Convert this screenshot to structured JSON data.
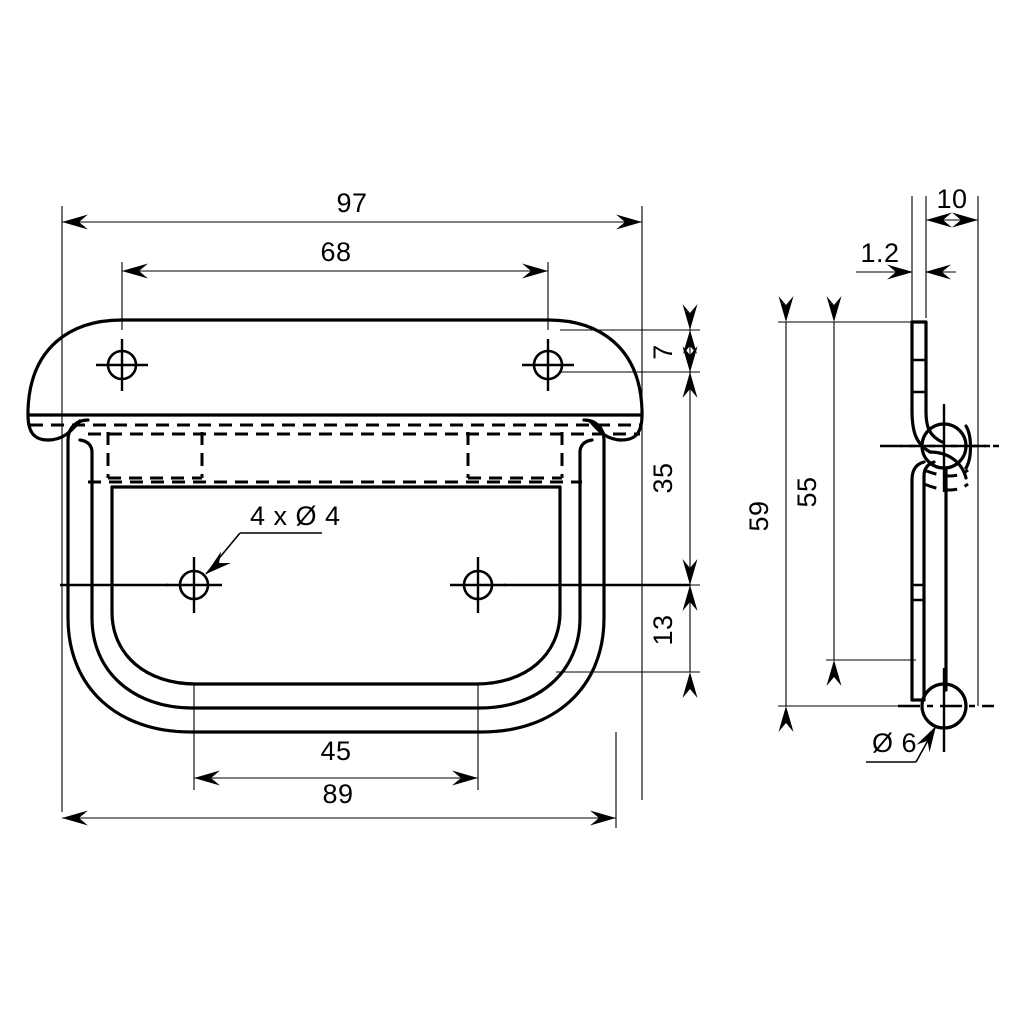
{
  "drawing": {
    "type": "engineering-drawing",
    "subject": "folding chest handle (drop handle) with mounting plate",
    "units": "mm",
    "views": [
      {
        "name": "front-view",
        "position": "left"
      },
      {
        "name": "side-view",
        "position": "right"
      }
    ]
  },
  "dimensions": {
    "front": {
      "overall_width": "97",
      "top_hole_spacing": "68",
      "plate_thickness": "7",
      "handle_height": "35",
      "lower_zone": "13",
      "lower_hole_spacing": "45",
      "handle_outer_width": "89"
    },
    "side": {
      "depth": "10",
      "material_thickness": "1.2",
      "overall_height": "59",
      "inner_height": "55"
    }
  },
  "notes": {
    "hole_callout": "4 x Ø 4",
    "pivot_callout": "Ø 6"
  },
  "colors": {
    "line": "#000000",
    "background": "#ffffff"
  }
}
